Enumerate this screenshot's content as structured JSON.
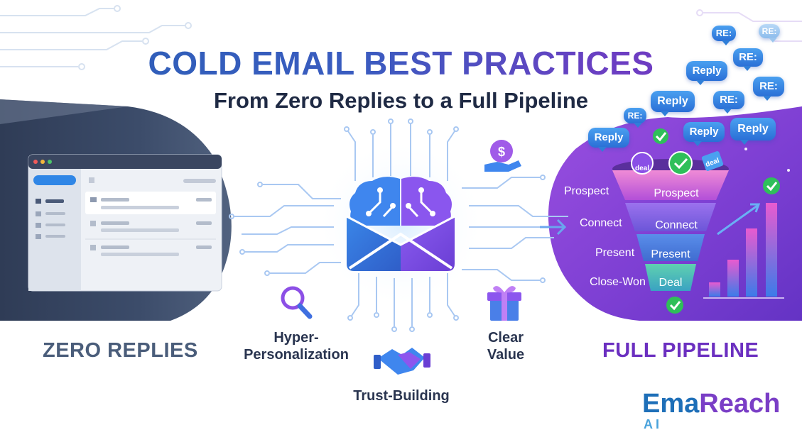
{
  "header": {
    "title": "COLD EMAIL BEST PRACTICES",
    "subtitle": "From Zero Replies to a Full Pipeline"
  },
  "left_panel": {
    "label": "ZERO REPLIES"
  },
  "right_panel": {
    "label": "FULL PIPELINE",
    "funnel_side_labels": [
      "Prospect",
      "Connect",
      "Present",
      "Close-Won"
    ],
    "funnel_stage_labels": [
      "Prospect",
      "Connect",
      "Present",
      "Deal"
    ],
    "coin_label": "deal",
    "bubbles": [
      "RE:",
      "RE:",
      "RE:",
      "Reply",
      "Reply",
      "RE:",
      "RE:",
      "Reply",
      "Reply",
      "Reply"
    ]
  },
  "pillars": {
    "hyper_personalization": "Hyper-\nPersonalization",
    "clear_value": "Clear\nValue",
    "trust_building": "Trust-Building"
  },
  "brand": {
    "name_part1": "Ema",
    "name_part2": "Reach",
    "suffix": "AI"
  },
  "colors": {
    "title_blue": "#2a5fb5",
    "title_purple": "#7a34c4",
    "funnel_purple": "#8a3fd6",
    "reply_blue": "#2a6fd6",
    "check_green": "#2fbf5a"
  },
  "icons": [
    "search-icon",
    "gift-icon",
    "handshake-icon",
    "money-hand-icon",
    "brain-icon",
    "envelope-icon",
    "check-icon",
    "growth-chart-icon"
  ]
}
